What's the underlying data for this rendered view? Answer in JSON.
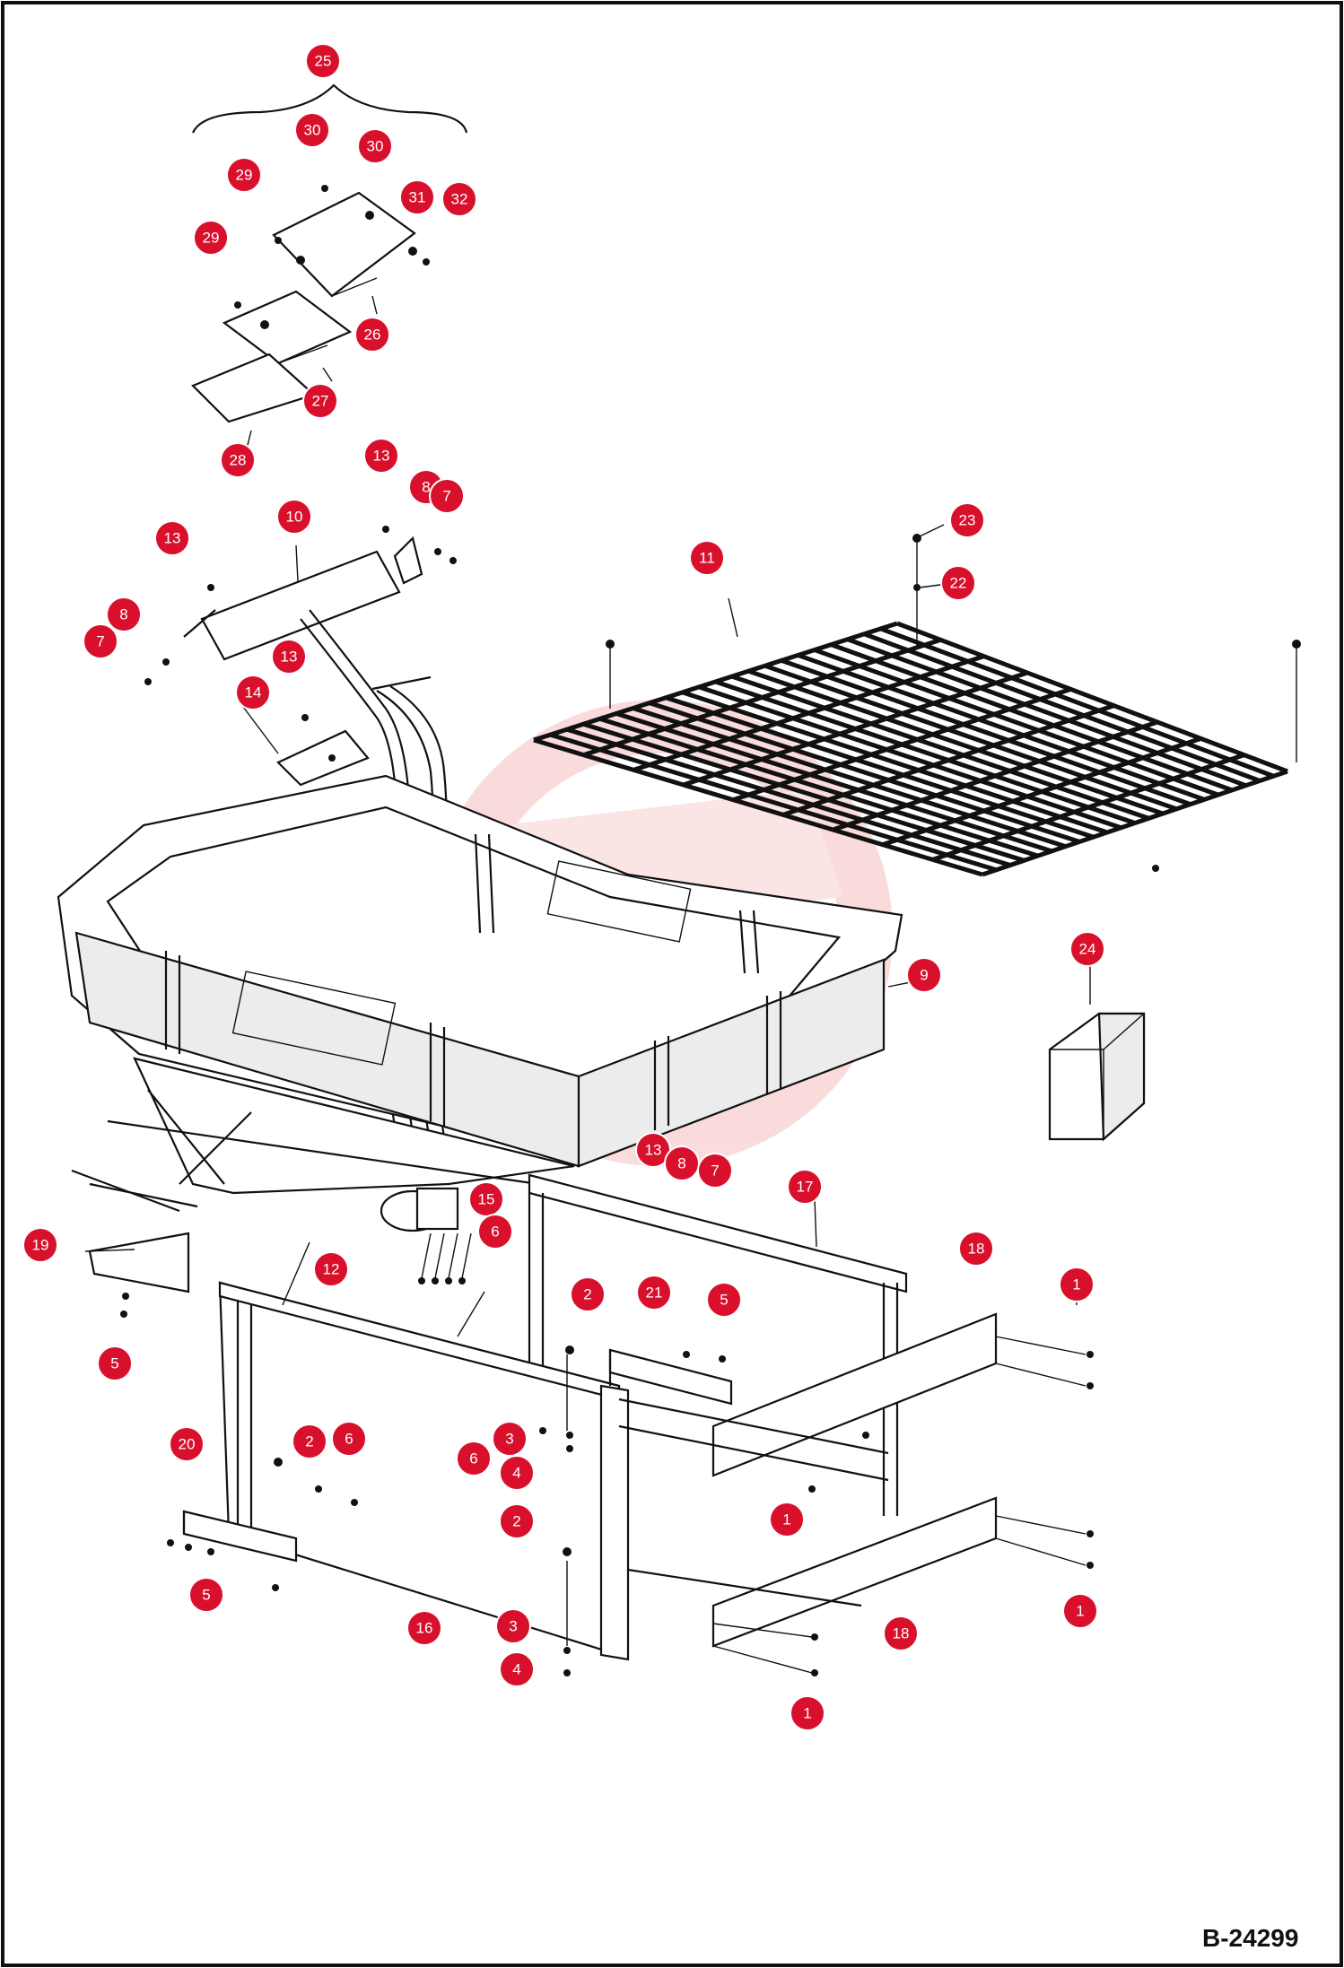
{
  "drawing_number": "B-24299",
  "callouts": [
    {
      "id": "25",
      "label": "25"
    },
    {
      "id": "30a",
      "label": "30"
    },
    {
      "id": "30b",
      "label": "30"
    },
    {
      "id": "29a",
      "label": "29"
    },
    {
      "id": "31",
      "label": "31"
    },
    {
      "id": "32",
      "label": "32"
    },
    {
      "id": "29b",
      "label": "29"
    },
    {
      "id": "26",
      "label": "26"
    },
    {
      "id": "27",
      "label": "27"
    },
    {
      "id": "28",
      "label": "28"
    },
    {
      "id": "13a",
      "label": "13"
    },
    {
      "id": "8a",
      "label": "8"
    },
    {
      "id": "7a",
      "label": "7"
    },
    {
      "id": "10",
      "label": "10"
    },
    {
      "id": "13b",
      "label": "13"
    },
    {
      "id": "8b",
      "label": "8"
    },
    {
      "id": "7b",
      "label": "7"
    },
    {
      "id": "13c",
      "label": "13"
    },
    {
      "id": "14",
      "label": "14"
    },
    {
      "id": "11",
      "label": "11"
    },
    {
      "id": "23",
      "label": "23"
    },
    {
      "id": "22",
      "label": "22"
    },
    {
      "id": "9",
      "label": "9"
    },
    {
      "id": "24",
      "label": "24"
    },
    {
      "id": "13d",
      "label": "13"
    },
    {
      "id": "8c",
      "label": "8"
    },
    {
      "id": "7c",
      "label": "7"
    },
    {
      "id": "17",
      "label": "17"
    },
    {
      "id": "15",
      "label": "15"
    },
    {
      "id": "6a",
      "label": "6"
    },
    {
      "id": "19",
      "label": "19"
    },
    {
      "id": "12",
      "label": "12"
    },
    {
      "id": "18a",
      "label": "18"
    },
    {
      "id": "1a",
      "label": "1"
    },
    {
      "id": "2a",
      "label": "2"
    },
    {
      "id": "21",
      "label": "21"
    },
    {
      "id": "5a",
      "label": "5"
    },
    {
      "id": "5b",
      "label": "5"
    },
    {
      "id": "20",
      "label": "20"
    },
    {
      "id": "2b",
      "label": "2"
    },
    {
      "id": "6b",
      "label": "6"
    },
    {
      "id": "3a",
      "label": "3"
    },
    {
      "id": "6c",
      "label": "6"
    },
    {
      "id": "4a",
      "label": "4"
    },
    {
      "id": "2c",
      "label": "2"
    },
    {
      "id": "1b",
      "label": "1"
    },
    {
      "id": "5c",
      "label": "5"
    },
    {
      "id": "16",
      "label": "16"
    },
    {
      "id": "3b",
      "label": "3"
    },
    {
      "id": "4b",
      "label": "4"
    },
    {
      "id": "18b",
      "label": "18"
    },
    {
      "id": "1c",
      "label": "1"
    },
    {
      "id": "1d",
      "label": "1"
    }
  ],
  "colors": {
    "callout": "#d8102c",
    "line": "#111111",
    "watermark": "#f4b0b0"
  }
}
